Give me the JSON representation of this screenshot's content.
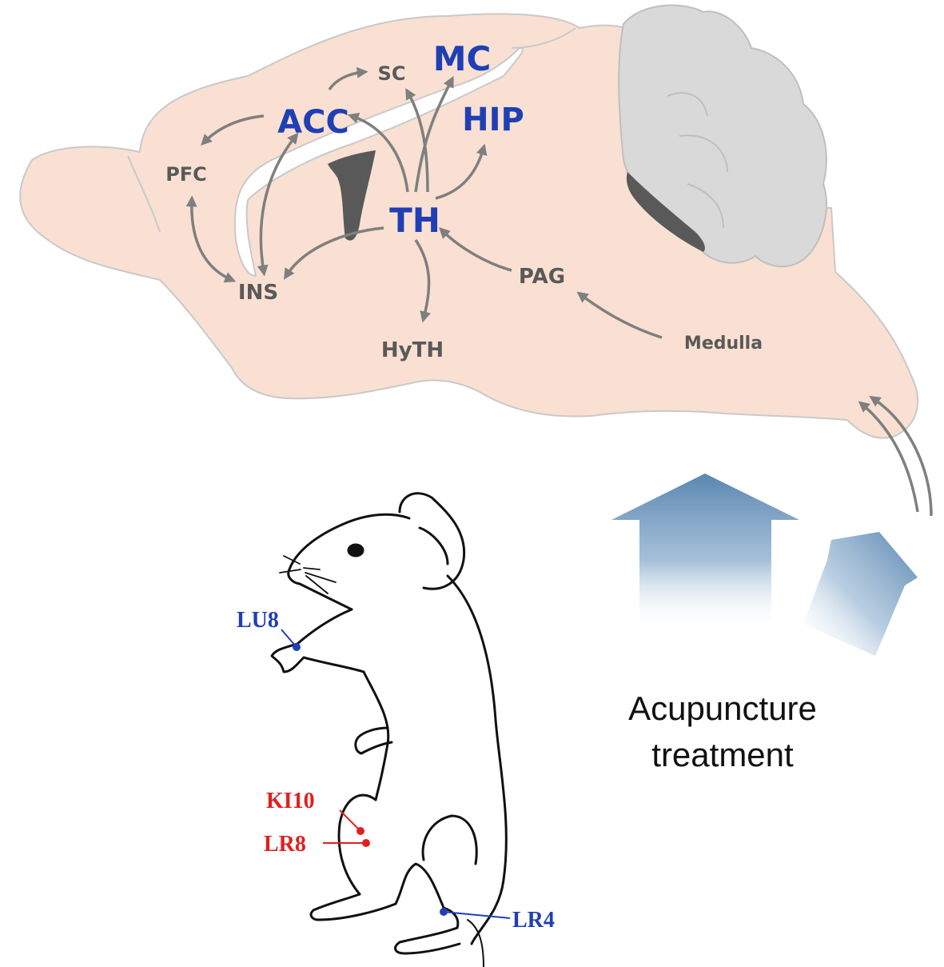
{
  "brain": {
    "regions": {
      "sc": "SC",
      "mc": "MC",
      "acc": "ACC",
      "hip": "HIP",
      "pfc": "PFC",
      "th": "TH",
      "ins": "INS",
      "pag": "PAG",
      "hyth": "HyTH",
      "medulla": "Medulla"
    }
  },
  "acupoints": {
    "lu8": "LU8",
    "ki10": "KI10",
    "lr8": "LR8",
    "lr4": "LR4"
  },
  "caption": {
    "line1": "Acupuncture",
    "line2": "treatment"
  },
  "colors": {
    "brain_fill": "#f9e0d2",
    "cerebellum_fill": "#d9d9d9",
    "ventricle": "#595959",
    "arrow": "#7f7f7f",
    "region_major": "#1f3fb5",
    "region_minor": "#595959",
    "point_blue": "#1f3fb5",
    "point_red": "#e02020",
    "treatment_arrow": "#6f94b8"
  }
}
